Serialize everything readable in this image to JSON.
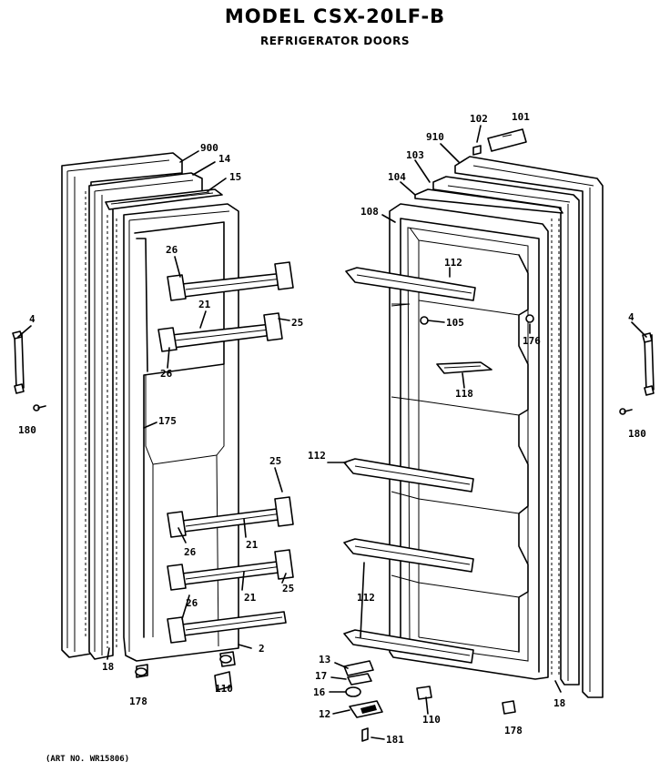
{
  "header": {
    "model_title": "MODEL CSX-20LF-B",
    "subtitle": "REFRIGERATOR DOORS"
  },
  "footer": {
    "art_no": "(ART NO. WR15806)"
  },
  "callouts": {
    "c900": "900",
    "c14": "14",
    "c15": "15",
    "c26a": "26",
    "c21a": "21",
    "c25a": "25",
    "c26b": "26",
    "c175L": "175",
    "c4L": "4",
    "c180L": "180",
    "c25b": "25",
    "c26c": "26",
    "c21b": "21",
    "c26d": "26",
    "c21c": "21",
    "c25c": "25",
    "c2": "2",
    "c18L": "18",
    "c178L": "178",
    "c110L": "110",
    "c101": "101",
    "c102": "102",
    "c910": "910",
    "c103": "103",
    "c104": "104",
    "c108": "108",
    "c112a": "112",
    "c105": "105",
    "c176R": "176",
    "c118": "118",
    "c4R": "4",
    "c180R": "180",
    "c112b": "112",
    "c112c": "112",
    "c13": "13",
    "c17": "17",
    "c16": "16",
    "c12": "12",
    "c181": "181",
    "c110R": "110",
    "c178R": "178",
    "c18R": "18"
  }
}
